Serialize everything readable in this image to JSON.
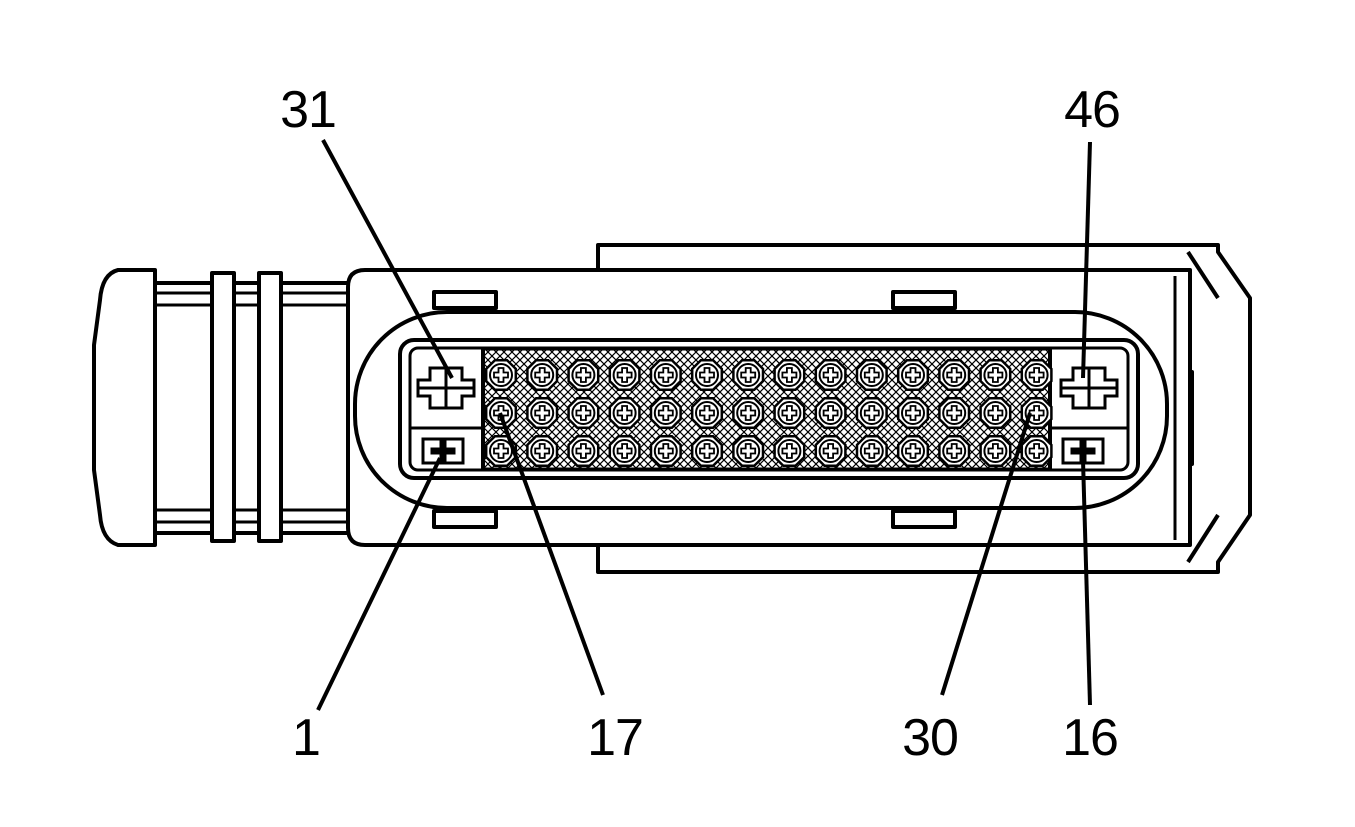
{
  "diagram": {
    "type": "connector-pinout",
    "pin_labels": {
      "top_left": "31",
      "top_right": "46",
      "bottom_1": "1",
      "bottom_17": "17",
      "bottom_30": "30",
      "bottom_16": "16"
    },
    "cavity_grid": {
      "rows": 3,
      "columns": 14
    },
    "colors": {
      "ink": "#000000",
      "background": "#ffffff"
    }
  }
}
